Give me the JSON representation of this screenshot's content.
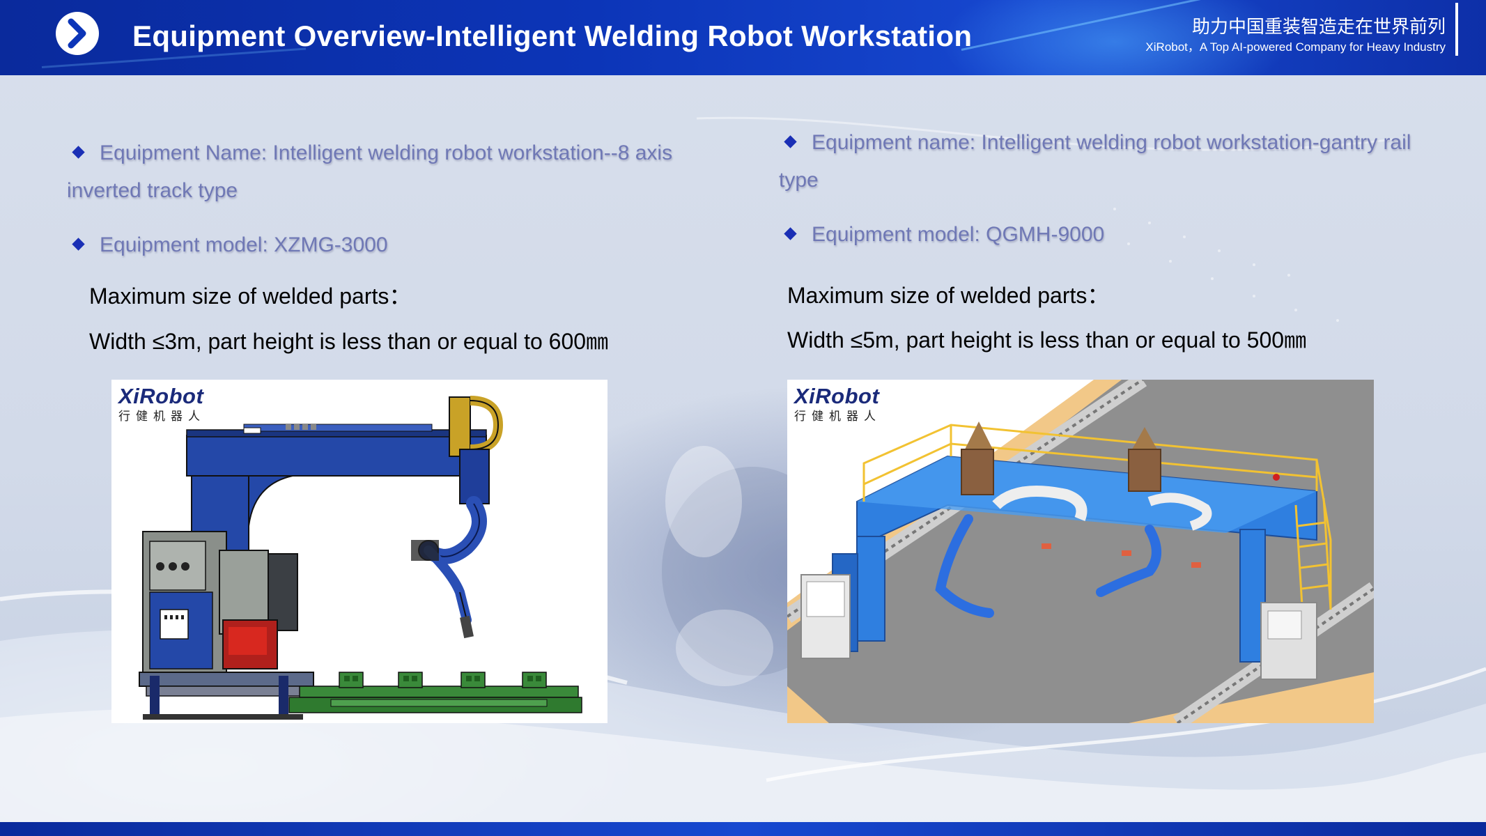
{
  "header": {
    "title": "Equipment Overview-Intelligent Welding Robot Workstation",
    "slogan_cn": "助力中国重装智造走在世界前列",
    "slogan_en": "XiRobot，A Top AI-powered Company for Heavy Industry"
  },
  "left": {
    "name_label": "Equipment Name: Intelligent welding robot workstation--8 axis inverted track type",
    "model_label": "Equipment model: XZMG-3000",
    "max_size_label": "Maximum size of welded parts：",
    "dimensions": "Width ≤3m, part height is less than or equal to 600㎜",
    "logo_name": "XiRobot",
    "logo_cn": "行健机器人"
  },
  "right": {
    "name_label": "Equipment name: Intelligent welding robot workstation-gantry rail type",
    "model_label": "Equipment model: QGMH-9000",
    "max_size_label": "Maximum size of welded parts：",
    "dimensions": "Width ≤5m, part height is less than or equal to 500㎜",
    "logo_name": "XiRobot",
    "logo_cn": "行健机器人"
  },
  "colors": {
    "header_blue": "#0c35b8",
    "bullet_blue": "#1a2fb5",
    "bullet_text": "#6f78b5",
    "machine_blue": "#2448a8",
    "gantry_blue": "#2f7fe0",
    "rail_yellow": "#f2c232"
  },
  "icons": [
    "chevron-right-icon",
    "diamond-bullet-icon"
  ]
}
